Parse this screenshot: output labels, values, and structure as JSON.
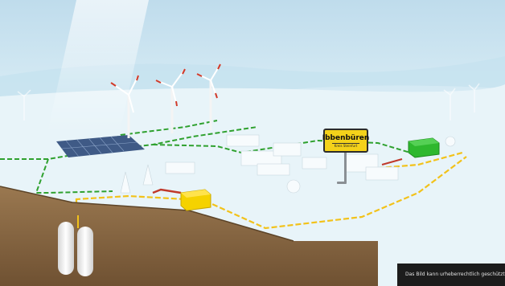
{
  "scene": {
    "colors": {
      "sky_top": "#cfe6f2",
      "ground": "#e9f5fb",
      "water_bands": "#b8dcec",
      "soil": "#8a6a47",
      "soil_dark": "#6e5235",
      "green_line": "#2fa12f",
      "yellow_line": "#f2c21a",
      "red_line": "#c0392b",
      "green_box": "#2eb82e",
      "yellow_box": "#f5d200",
      "gas_tank": "#f2f2f2",
      "solar": "#3f5a86"
    },
    "icons": [
      "wind-turbine-icon",
      "solar-panel-icon",
      "storage-tank-icon",
      "transformer-box-icon",
      "town-sign-icon",
      "pipeline-icon"
    ]
  },
  "town_sign": {
    "name": "Ibbenbüren",
    "subtitle": "Kreis Steinfurt"
  },
  "copyright_notice": "Das Bild kann urheberrechtlich geschützt sein."
}
